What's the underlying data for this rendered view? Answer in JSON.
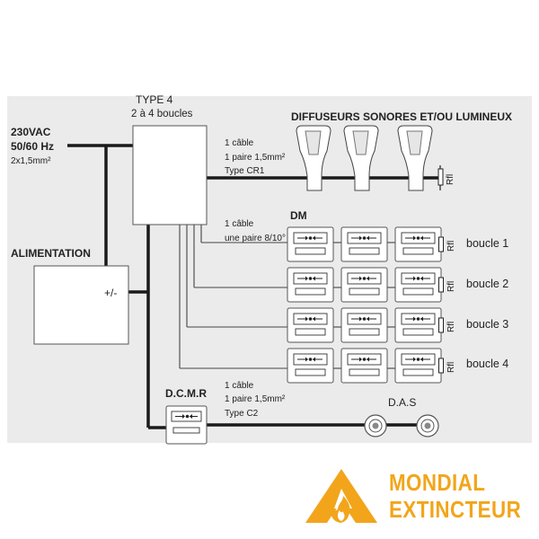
{
  "diagram": {
    "title_type": "TYPE 4",
    "title_loops": "2 à 4 boucles",
    "power_line1": "230VAC",
    "power_line2": "50/60 Hz",
    "power_line3": "2x1,5mm²",
    "alimentation": "ALIMENTATION",
    "plus_minus": "+/-",
    "diffuseurs": "DIFFUSEURS SONORES ET/OU LUMINEUX",
    "cable1": [
      "1 câble",
      "1 paire 1,5mm²",
      "Type CR1"
    ],
    "cable2": [
      "1 câble",
      "une paire 8/10°"
    ],
    "cable3": [
      "1 câble",
      "1 paire 1,5mm²",
      "Type C2"
    ],
    "dm": "DM",
    "rfl": "Rfl",
    "loops": [
      "boucle 1",
      "boucle 2",
      "boucle 3",
      "boucle 4"
    ],
    "dcmr": "D.C.M.R",
    "das": "D.A.S"
  },
  "brand": {
    "line1": "MONDIAL",
    "line2": "EXTINCTEUR",
    "color": "#f2a51b",
    "icon": "flame-icon"
  },
  "colors": {
    "panel": "#ebebeb",
    "box": "#ffffff",
    "line": "#222222"
  }
}
